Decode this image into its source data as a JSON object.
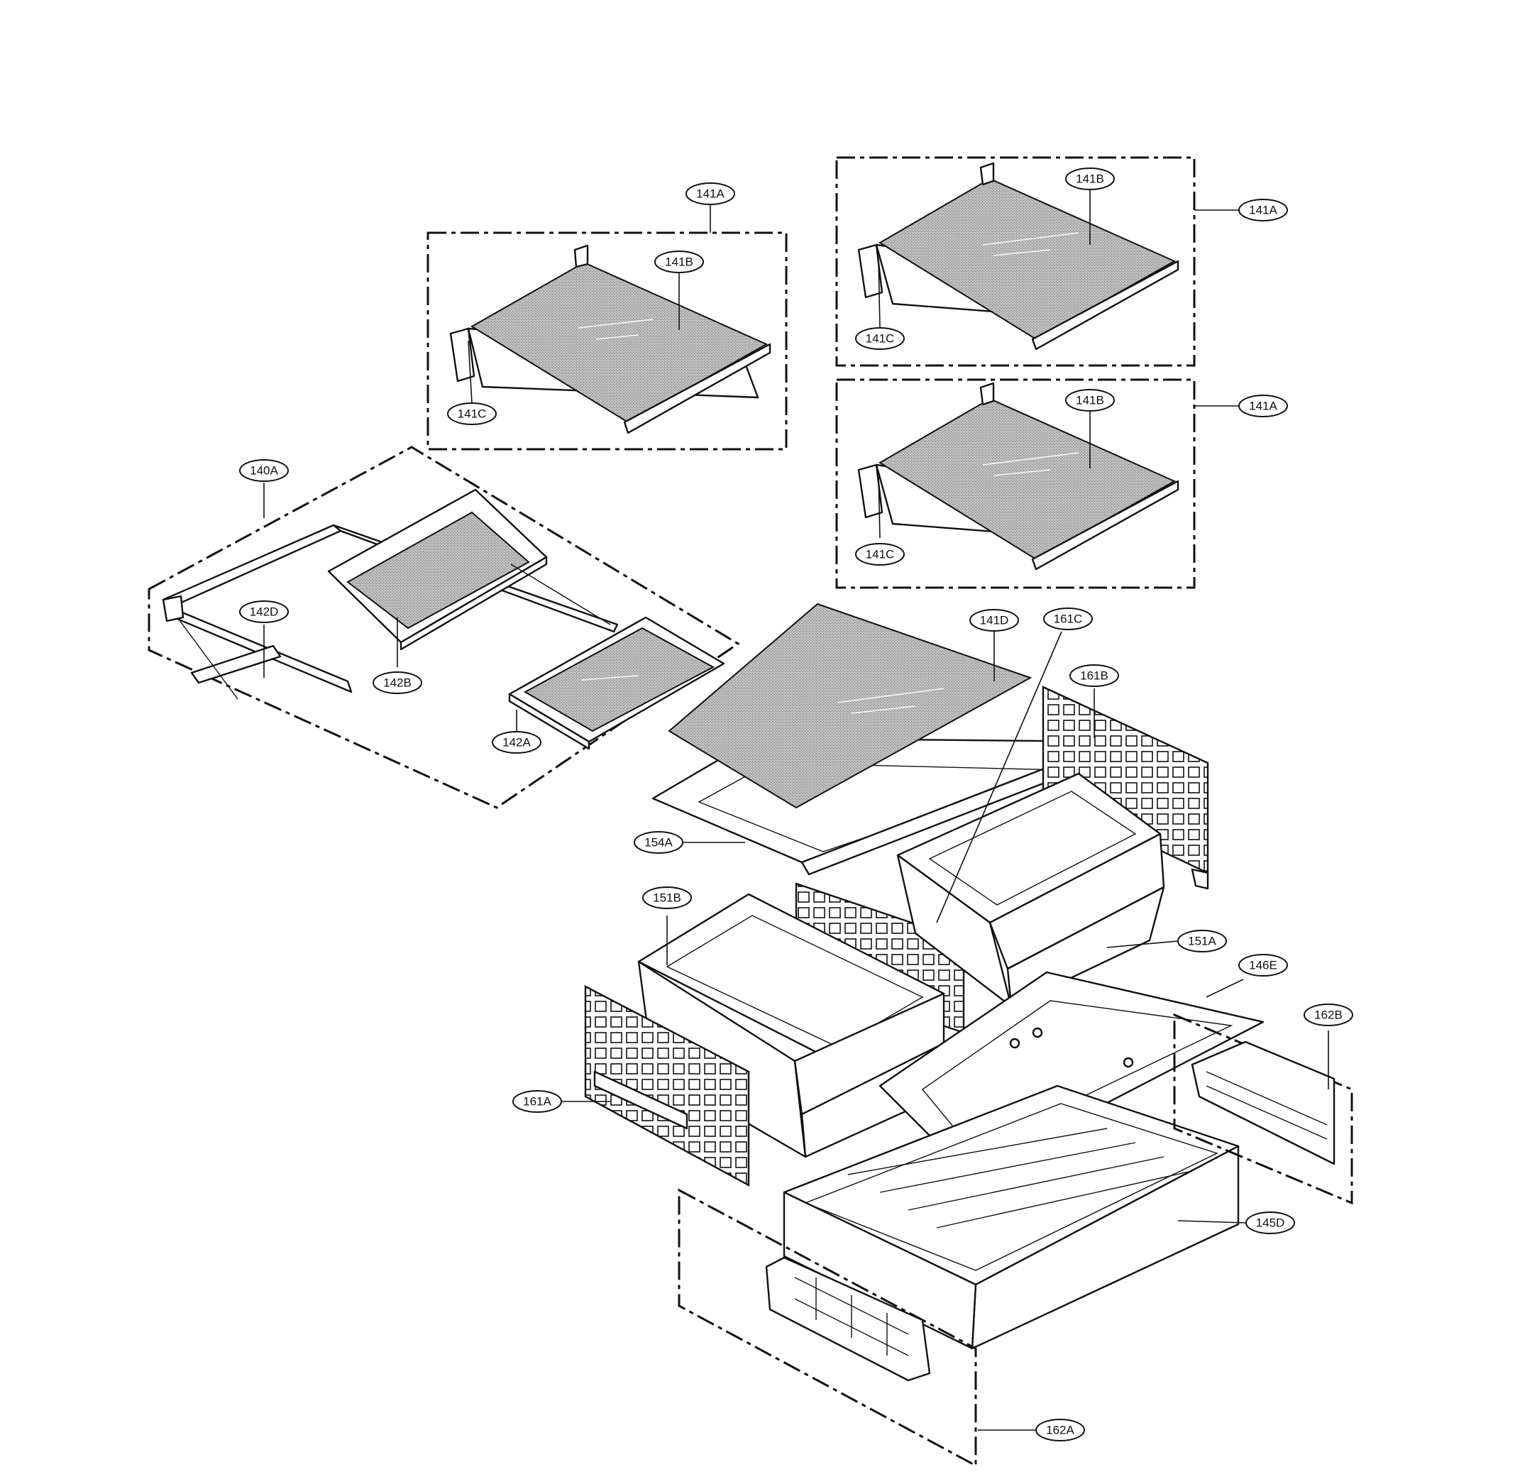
{
  "diagram": {
    "callouts": {
      "c141A_top": "141A",
      "c141B_top": "141B",
      "c141C_top": "141C",
      "c141A_r1": "141A",
      "c141B_r1": "141B",
      "c141C_r1": "141C",
      "c141A_r2": "141A",
      "c141B_r2": "141B",
      "c141C_r2": "141C",
      "c140A": "140A",
      "c142D": "142D",
      "c142B": "142B",
      "c142A": "142A",
      "c141D": "141D",
      "c161C": "161C",
      "c161B": "161B",
      "c154A": "154A",
      "c151B": "151B",
      "c151A": "151A",
      "c146E": "146E",
      "c162B": "162B",
      "c161A": "161A",
      "c145D": "145D",
      "c162A": "162A"
    }
  }
}
